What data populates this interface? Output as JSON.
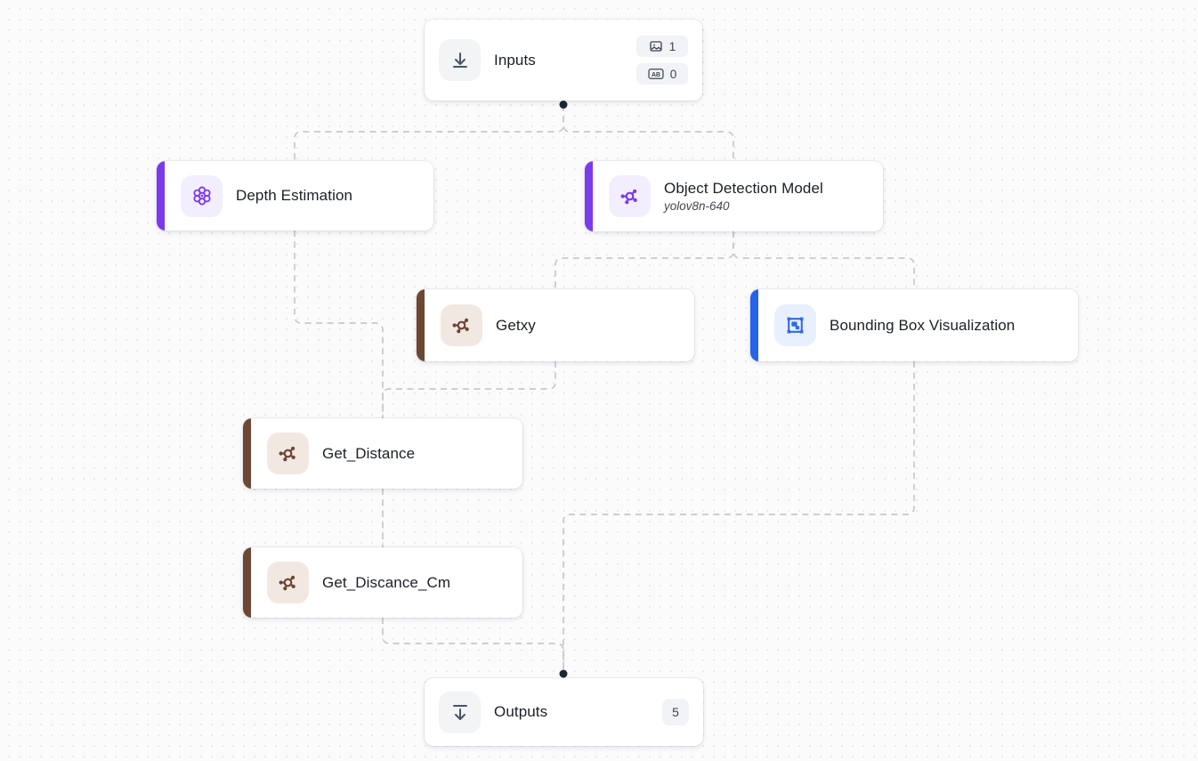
{
  "workflow": {
    "nodes": {
      "inputs": {
        "title": "Inputs",
        "icon": "download-icon",
        "badges": {
          "images": {
            "icon": "image-icon",
            "value": "1"
          },
          "texts": {
            "icon": "text-ab-icon",
            "value": "0"
          }
        }
      },
      "depth_estimation": {
        "title": "Depth Estimation",
        "icon": "model-atom-icon",
        "accent": "#7c3aed"
      },
      "object_detection_model": {
        "title": "Object Detection Model",
        "subtitle": "yolov8n-640",
        "icon": "network-icon",
        "accent": "#7c3aed"
      },
      "getxy": {
        "title": "Getxy",
        "icon": "network-icon",
        "accent": "#6d4734"
      },
      "bounding_box_visualization": {
        "title": "Bounding Box Visualization",
        "icon": "bounding-box-icon",
        "accent": "#2563eb"
      },
      "get_distance": {
        "title": "Get_Distance",
        "icon": "network-icon",
        "accent": "#6d4734"
      },
      "get_discance_cm": {
        "title": "Get_Discance_Cm",
        "icon": "network-icon",
        "accent": "#6d4734"
      },
      "outputs": {
        "title": "Outputs",
        "icon": "output-arrow-icon",
        "badge": "5"
      }
    },
    "colors": {
      "purple_accent": "#7c3aed",
      "brown_accent": "#6d4734",
      "blue_accent": "#2563eb",
      "edge": "#c6c9ce",
      "canvas_background": "#fbfbfc"
    }
  }
}
